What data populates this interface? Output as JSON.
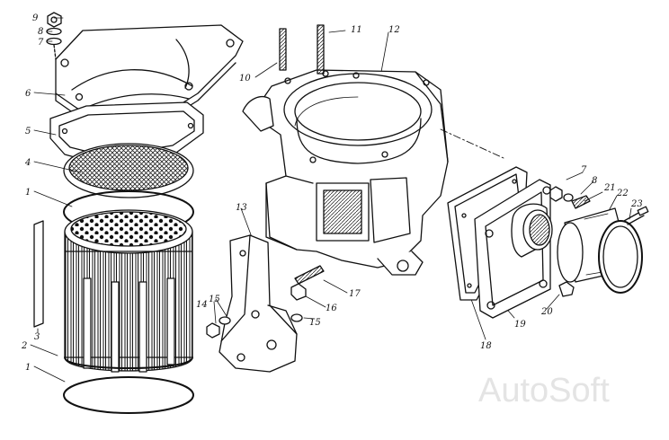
{
  "watermark": "AutoSoft",
  "colors": {
    "ink": "#111111",
    "paper": "#ffffff",
    "watermark": "#e4e4e4"
  },
  "callouts": {
    "c1a": "1",
    "c1b": "1",
    "c2": "2",
    "c3": "3",
    "c4": "4",
    "c5": "5",
    "c6": "6",
    "c7a": "7",
    "c7b": "7",
    "c8a": "8",
    "c8b": "8",
    "c9": "9",
    "c10": "10",
    "c11": "11",
    "c12": "12",
    "c13": "13",
    "c14": "14",
    "c15a": "15",
    "c15b": "15",
    "c16": "16",
    "c17": "17",
    "c18": "18",
    "c19": "19",
    "c20": "20",
    "c21": "21",
    "c22": "22",
    "c23": "23"
  }
}
